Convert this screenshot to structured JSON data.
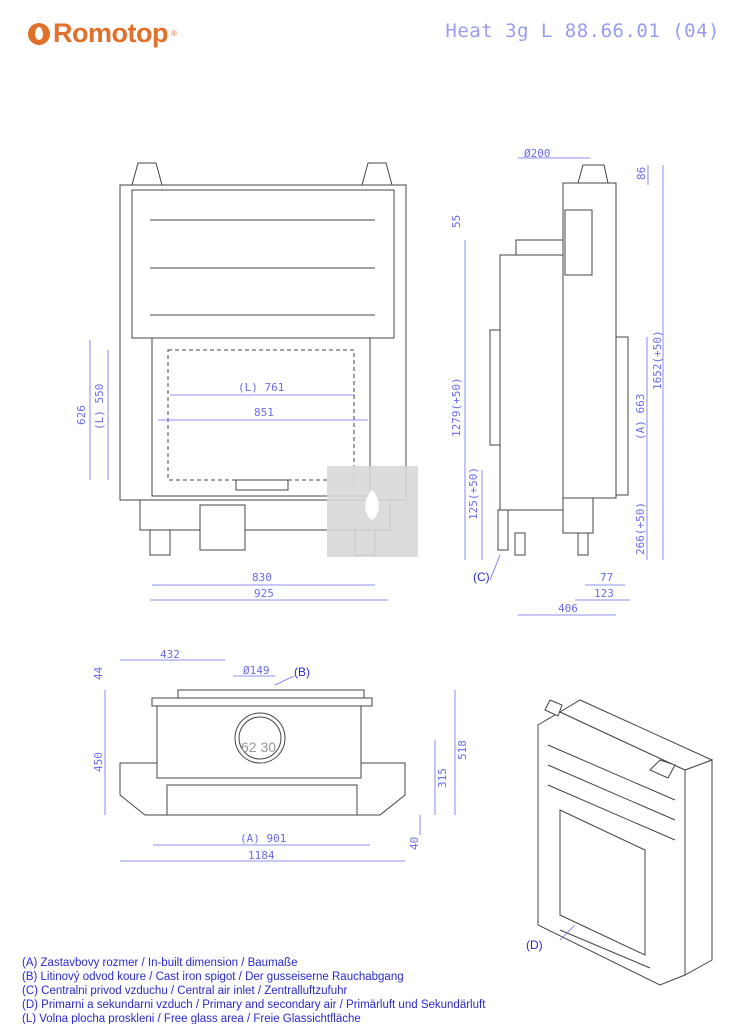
{
  "header": {
    "brand": "Romotop",
    "registered": "®",
    "title": "Heat 3g L 88.66.01 (04)"
  },
  "front_view": {
    "dims": {
      "h626": "626",
      "l550": "(L) 550",
      "l761": "(L) 761",
      "w851": "851",
      "w830": "830",
      "w925": "925"
    }
  },
  "side_view": {
    "dims": {
      "d200": "Ø200",
      "h86": "86",
      "h55": "55",
      "h1279": "1279(+50)",
      "h125": "125(+50)",
      "h1652": "1652(+50)",
      "a663": "(A) 663",
      "h266": "266(+50)",
      "w77": "77",
      "w123": "123",
      "w406": "406"
    },
    "tag_c": "(C)"
  },
  "top_view": {
    "dims": {
      "w432": "432",
      "h44": "44",
      "d149": "Ø149",
      "h450": "450",
      "h518": "518",
      "h315": "315",
      "h40": "40",
      "a901": "(A) 901",
      "w1184": "1184"
    },
    "tag_b": "(B)",
    "part_label": "62 30"
  },
  "iso_view": {
    "tag_d": "(D)"
  },
  "legend": [
    "(A)  Zastavbovy rozmer / In-built dimension / Baumaße",
    "(B)  Litinový odvod koure / Cast iron spigot / Der gusseiserne Rauchabgang",
    "(C)  Centralni privod vzduchu / Central air inlet / Zentralluftzufuhr",
    "(D)  Primarni a sekundarni vzduch / Primary and secondary air / Primärluft und Sekundärluft",
    "(L)  Volna plocha proskleni / Free glass area / Freie Glassichtfläche"
  ],
  "colors": {
    "brand": "#e0702a",
    "dimension": "#6a6cf0",
    "legend": "#2a2ad0"
  }
}
